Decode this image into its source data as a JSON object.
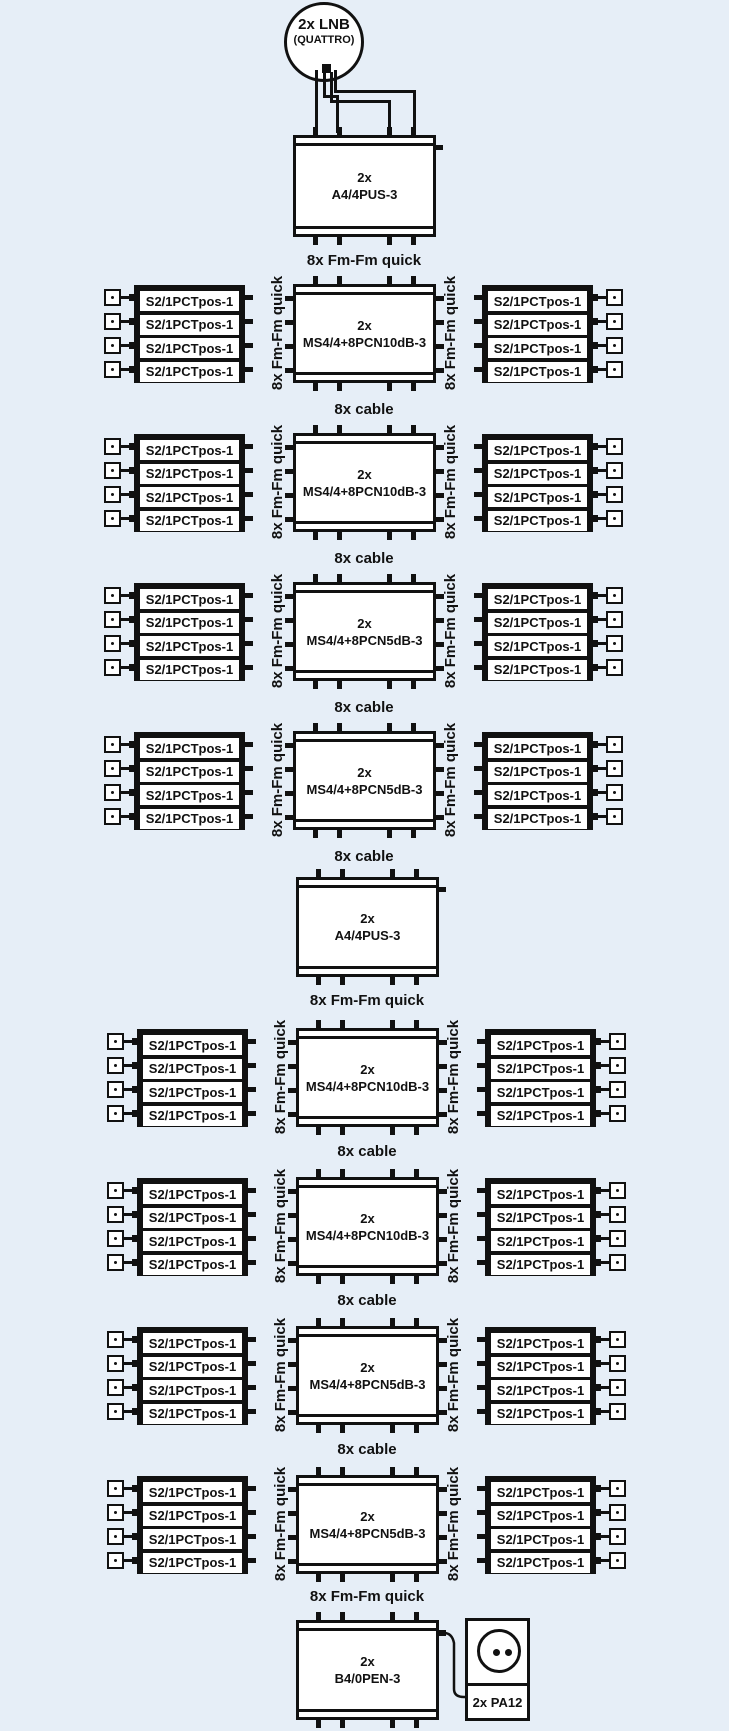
{
  "lnb": {
    "line1": "2x LNB",
    "line2": "(QUATTRO)"
  },
  "amplifiers": [
    {
      "line1": "2x",
      "line2": "A4/4PUS-3"
    },
    {
      "line1": "2x",
      "line2": "A4/4PUS-3"
    }
  ],
  "multiswitches": [
    {
      "line1": "2x",
      "line2": "MS4/4+8PCN10dB-3"
    },
    {
      "line1": "2x",
      "line2": "MS4/4+8PCN10dB-3"
    },
    {
      "line1": "2x",
      "line2": "MS4/4+8PCN5dB-3"
    },
    {
      "line1": "2x",
      "line2": "MS4/4+8PCN5dB-3"
    },
    {
      "line1": "2x",
      "line2": "MS4/4+8PCN10dB-3"
    },
    {
      "line1": "2x",
      "line2": "MS4/4+8PCN10dB-3"
    },
    {
      "line1": "2x",
      "line2": "MS4/4+8PCN5dB-3"
    },
    {
      "line1": "2x",
      "line2": "MS4/4+8PCN5dB-3"
    }
  ],
  "terminator": {
    "line1": "2x",
    "line2": "B4/0PEN-3"
  },
  "power_supply": {
    "label": "2x PA12"
  },
  "tap_label": "S2/1PCTpos-1",
  "side_connection_label": "8x Fm-Fm quick",
  "connection_labels": [
    "8x Fm-Fm quick",
    "8x cable",
    "8x cable",
    "8x cable",
    "8x cable",
    "8x Fm-Fm quick",
    "8x cable",
    "8x cable",
    "8x cable",
    "8x Fm-Fm quick"
  ]
}
